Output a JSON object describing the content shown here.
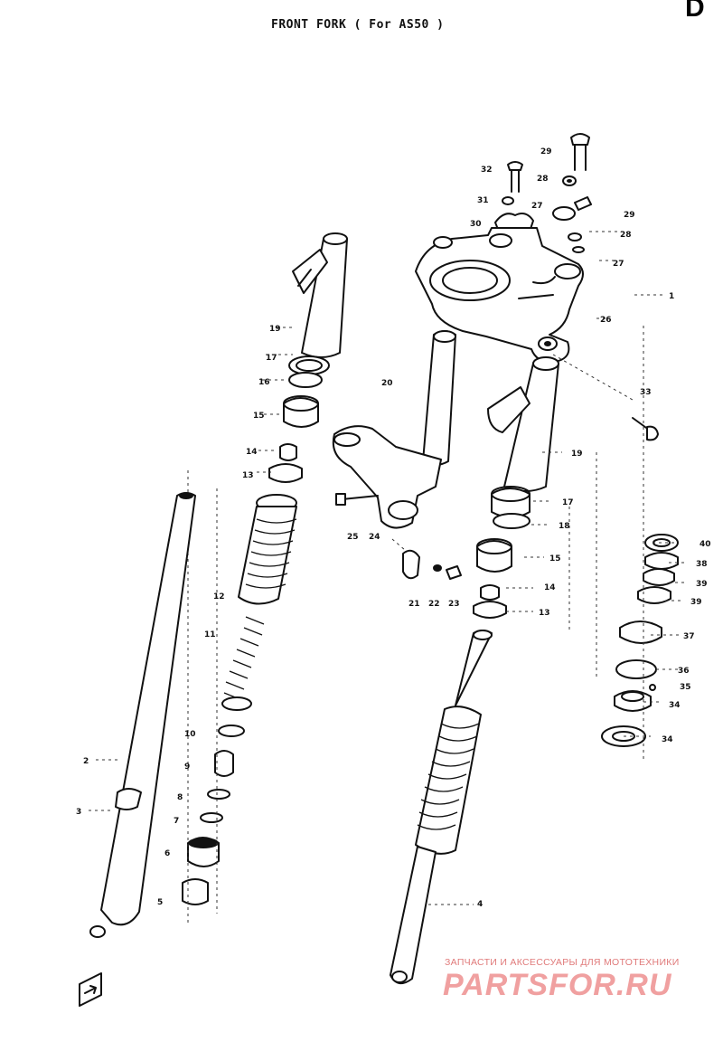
{
  "title": "FRONT FORK ( For AS50 )",
  "corner_mark": "D",
  "watermark": {
    "caption": "ЗАПЧАСТИ И АКСЕССУАРЫ ДЛЯ МОТОТЕХНИКИ",
    "logo": "PARTSFOR.RU"
  },
  "callouts": [
    {
      "id": "c29a",
      "text": "29"
    },
    {
      "id": "c32",
      "text": "32"
    },
    {
      "id": "c28a",
      "text": "28"
    },
    {
      "id": "c31",
      "text": "31"
    },
    {
      "id": "c27a",
      "text": "27"
    },
    {
      "id": "c30",
      "text": "30"
    },
    {
      "id": "c29b",
      "text": "29"
    },
    {
      "id": "c28b",
      "text": "28"
    },
    {
      "id": "c27b",
      "text": "27"
    },
    {
      "id": "c1",
      "text": "1"
    },
    {
      "id": "c26",
      "text": "26"
    },
    {
      "id": "c19a",
      "text": "19"
    },
    {
      "id": "c17a",
      "text": "17"
    },
    {
      "id": "c16a",
      "text": "16"
    },
    {
      "id": "c15a",
      "text": "15"
    },
    {
      "id": "c14a",
      "text": "14"
    },
    {
      "id": "c13a",
      "text": "13"
    },
    {
      "id": "c20",
      "text": "20"
    },
    {
      "id": "c33",
      "text": "33"
    },
    {
      "id": "c19b",
      "text": "19"
    },
    {
      "id": "c17b",
      "text": "17"
    },
    {
      "id": "c18",
      "text": "18"
    },
    {
      "id": "c25",
      "text": "25"
    },
    {
      "id": "c24",
      "text": "24"
    },
    {
      "id": "c15b",
      "text": "15"
    },
    {
      "id": "c14b",
      "text": "14"
    },
    {
      "id": "c13b",
      "text": "13"
    },
    {
      "id": "c21",
      "text": "21"
    },
    {
      "id": "c22",
      "text": "22"
    },
    {
      "id": "c23",
      "text": "23"
    },
    {
      "id": "c12",
      "text": "12"
    },
    {
      "id": "c11",
      "text": "11"
    },
    {
      "id": "c10",
      "text": "10"
    },
    {
      "id": "c9",
      "text": "9"
    },
    {
      "id": "c8",
      "text": "8"
    },
    {
      "id": "c7",
      "text": "7"
    },
    {
      "id": "c6",
      "text": "6"
    },
    {
      "id": "c5",
      "text": "5"
    },
    {
      "id": "c2",
      "text": "2"
    },
    {
      "id": "c3",
      "text": "3"
    },
    {
      "id": "c4",
      "text": "4"
    },
    {
      "id": "c40",
      "text": "40"
    },
    {
      "id": "c38",
      "text": "38"
    },
    {
      "id": "c39a",
      "text": "39"
    },
    {
      "id": "c39b",
      "text": "39"
    },
    {
      "id": "c37",
      "text": "37"
    },
    {
      "id": "c36",
      "text": "36"
    },
    {
      "id": "c35",
      "text": "35"
    },
    {
      "id": "c34a",
      "text": "34"
    },
    {
      "id": "c34b",
      "text": "34"
    }
  ]
}
